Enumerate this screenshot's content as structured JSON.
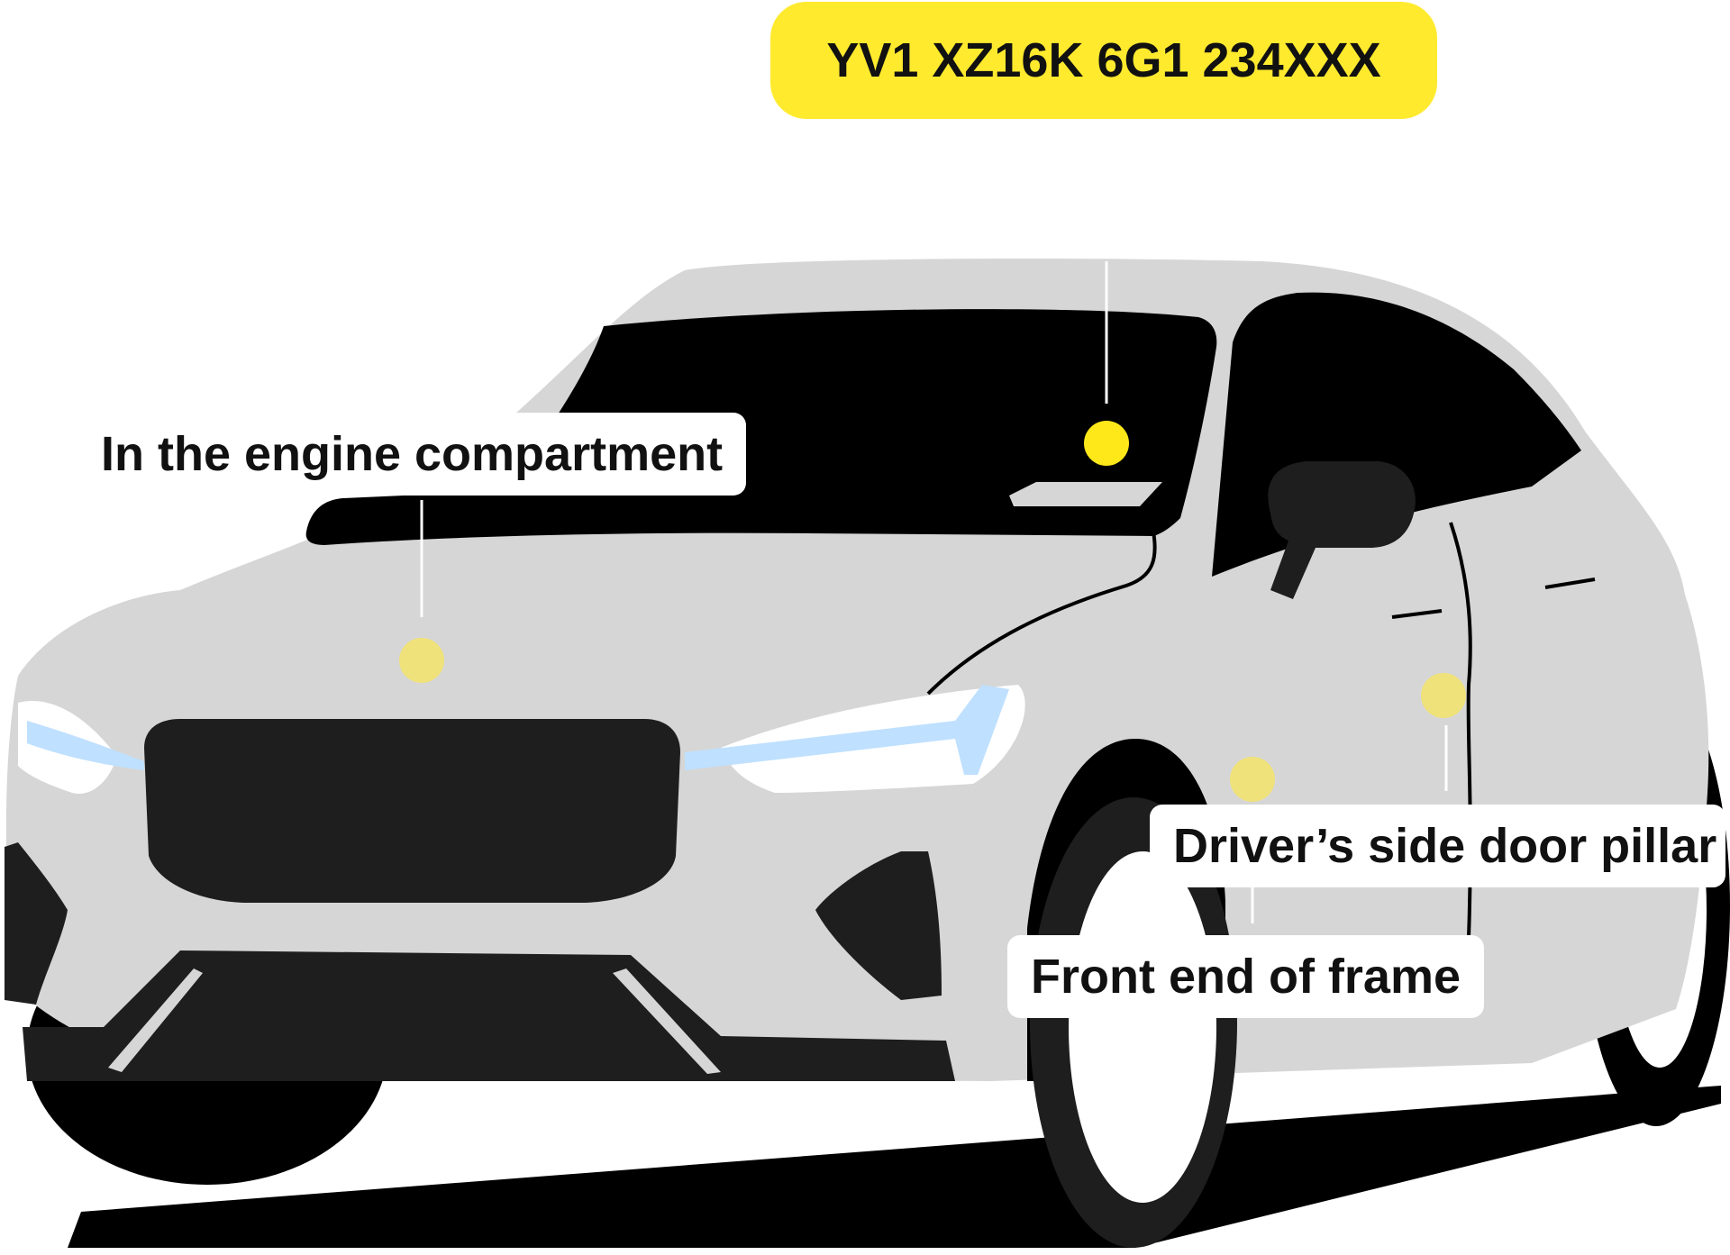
{
  "vin": {
    "text": "YV1 XZ16K 6G1 234XXX",
    "color": "#FFEA2E"
  },
  "locations": {
    "engine_compartment": "In the engine compartment",
    "door_pillar": "Driver’s side door pillar",
    "front_frame": "Front end of frame"
  },
  "colors": {
    "body": "#D6D6D6",
    "dark": "#000000",
    "grille": "#1E1E1E",
    "headlight": "#BFE0FF",
    "marker_bright": "#FFE81A",
    "marker_pale": "#F0E27A",
    "leader": "#FFFFFF"
  }
}
